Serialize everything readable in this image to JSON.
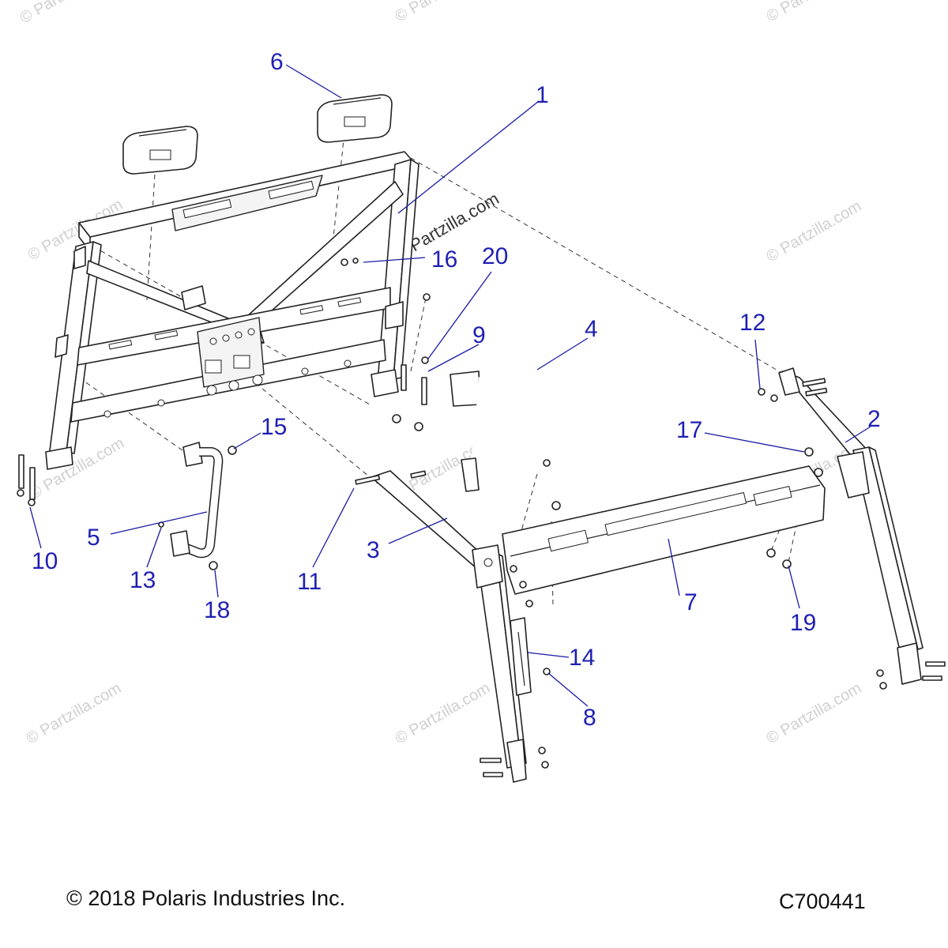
{
  "watermark": "© Partzilla.com",
  "callouts": {
    "c1": "1",
    "c2": "2",
    "c3": "3",
    "c4": "4",
    "c5": "5",
    "c6": "6",
    "c7": "7",
    "c8": "8",
    "c9": "9",
    "c10": "10",
    "c11": "11",
    "c12": "12",
    "c13": "13",
    "c14": "14",
    "c15": "15",
    "c16": "16",
    "c17": "17",
    "c18": "18",
    "c19": "19",
    "c20": "20"
  },
  "footer": {
    "copyright": "© 2018 Polaris Industries Inc.",
    "code": "C700441"
  },
  "colors": {
    "callout": "#1f1fb4",
    "line": "#222222",
    "watermark": "#c8c8c8"
  }
}
